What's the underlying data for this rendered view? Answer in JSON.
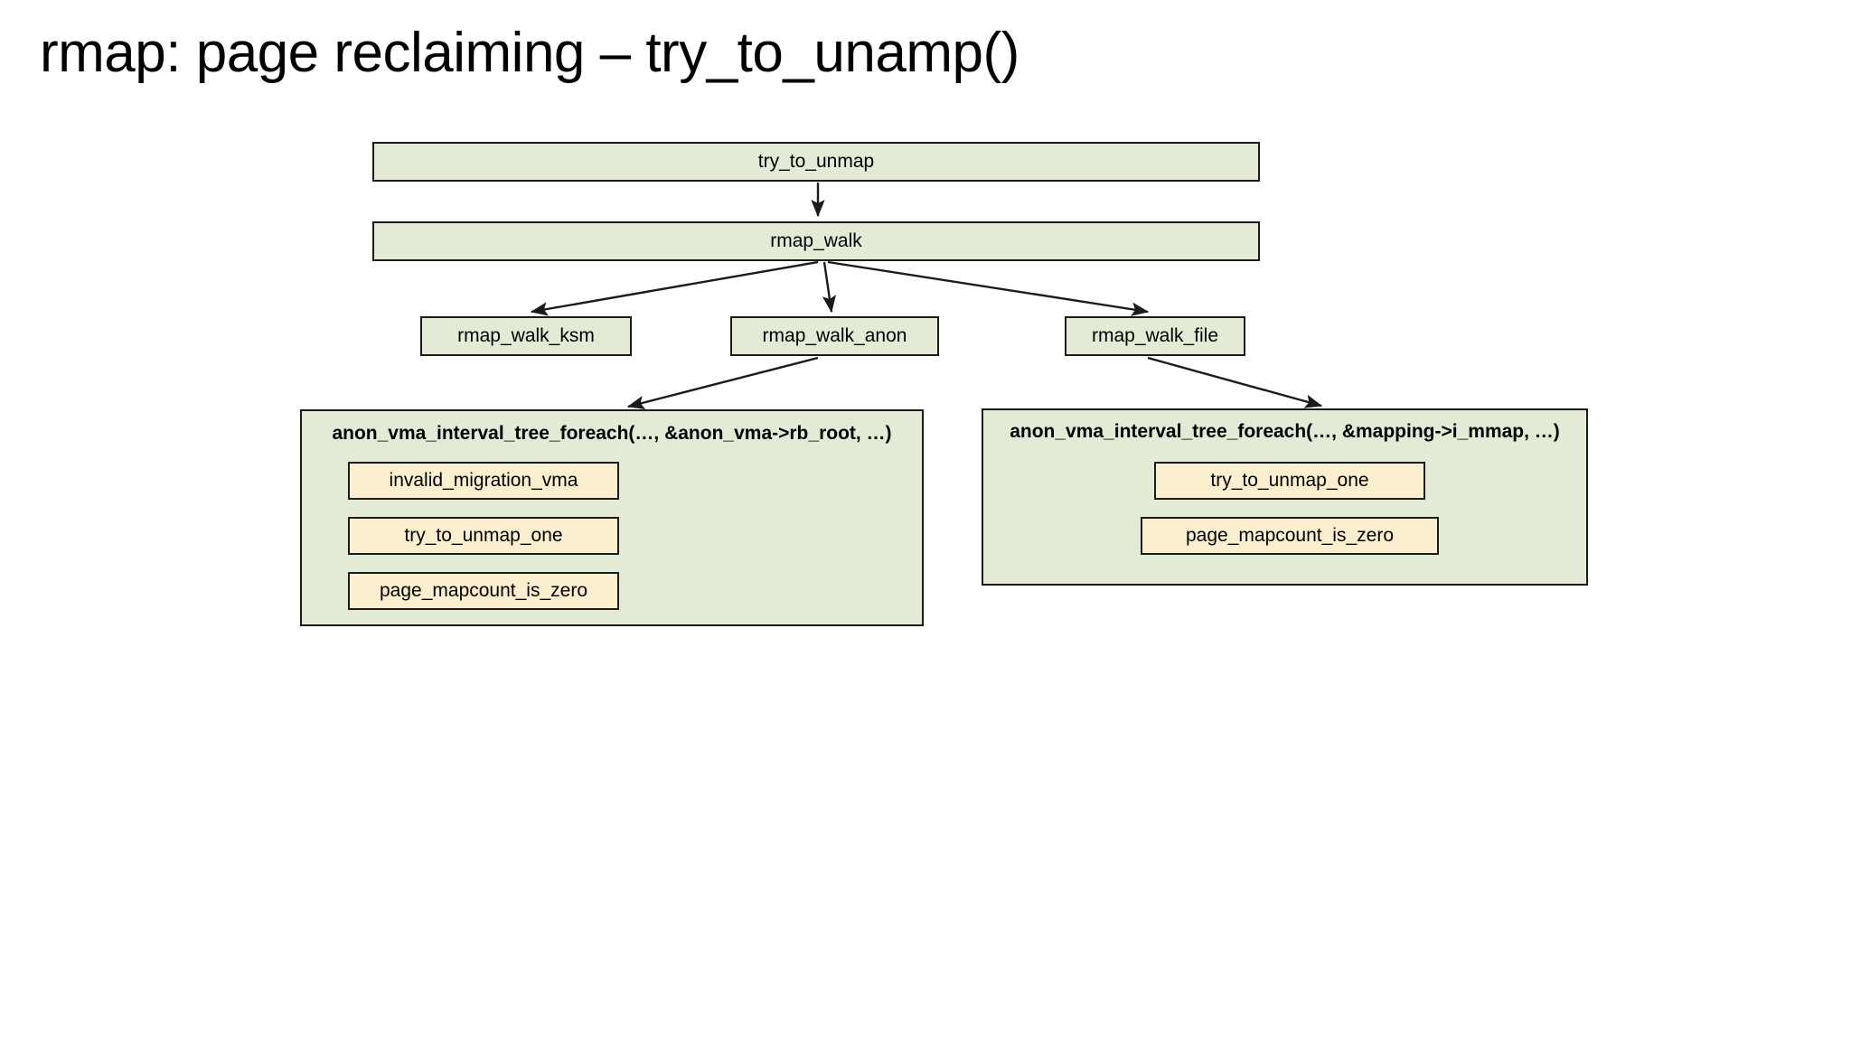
{
  "slide": {
    "title": "rmap: page reclaiming – try_to_unamp()",
    "background_color": "#ffffff"
  },
  "colors": {
    "node_fill": "#e3ebd6",
    "sub_node_fill": "#fcefcf",
    "border": "#1b1b1b",
    "text": "#000000"
  },
  "diagram": {
    "type": "call-hierarchy-flowchart",
    "nodes": {
      "try_to_unmap": {
        "label": "try_to_unmap",
        "style": "green"
      },
      "rmap_walk": {
        "label": "rmap_walk",
        "style": "green"
      },
      "rmap_walk_ksm": {
        "label": "rmap_walk_ksm",
        "style": "green"
      },
      "rmap_walk_anon": {
        "label": "rmap_walk_anon",
        "style": "green"
      },
      "rmap_walk_file": {
        "label": "rmap_walk_file",
        "style": "green"
      }
    },
    "groups": [
      {
        "id": "anon_group",
        "title": "anon_vma_interval_tree_foreach(…, &anon_vma->rb_root, …)",
        "style": "green",
        "children": [
          {
            "label": "invalid_migration_vma",
            "style": "yellow"
          },
          {
            "label": "try_to_unmap_one",
            "style": "yellow"
          },
          {
            "label": "page_mapcount_is_zero",
            "style": "yellow"
          }
        ]
      },
      {
        "id": "file_group",
        "title": "anon_vma_interval_tree_foreach(…, &mapping->i_mmap, …)",
        "style": "green",
        "children": [
          {
            "label": "try_to_unmap_one",
            "style": "yellow"
          },
          {
            "label": "page_mapcount_is_zero",
            "style": "yellow"
          }
        ]
      }
    ],
    "edges": [
      {
        "from": "try_to_unmap",
        "to": "rmap_walk",
        "kind": "arrow-down"
      },
      {
        "from": "rmap_walk",
        "to": "rmap_walk_ksm",
        "kind": "arrow-down-left"
      },
      {
        "from": "rmap_walk",
        "to": "rmap_walk_anon",
        "kind": "arrow-down"
      },
      {
        "from": "rmap_walk",
        "to": "rmap_walk_file",
        "kind": "arrow-down-right"
      },
      {
        "from": "rmap_walk_anon",
        "to": "anon_group",
        "kind": "arrow-down-left"
      },
      {
        "from": "rmap_walk_file",
        "to": "file_group",
        "kind": "arrow-down-right"
      }
    ]
  }
}
